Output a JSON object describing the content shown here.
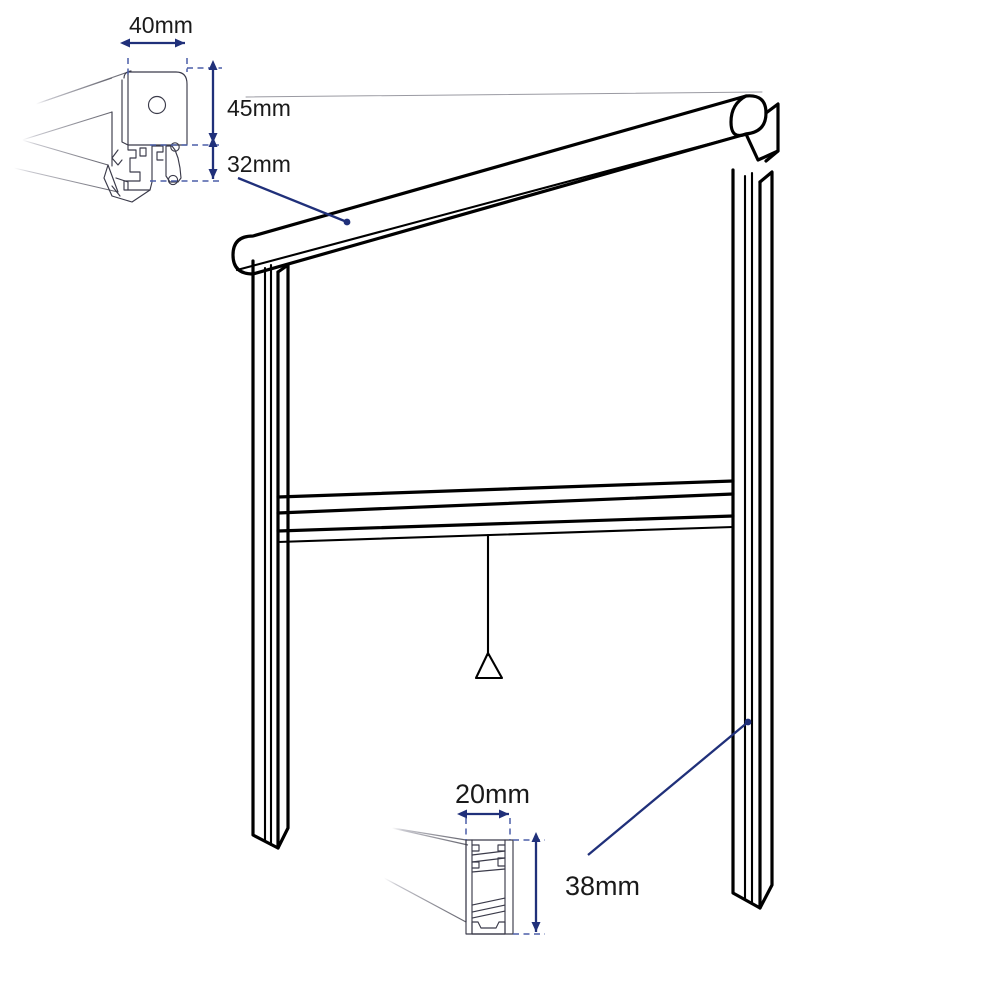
{
  "drawing": {
    "title": "Roller insect screen isometric assembly drawing",
    "background_color": "#ffffff",
    "line_color": "#000000",
    "dimension_color": "#20307a",
    "extension_color": "#4b5ea8",
    "ghost_color": "#9a9aa2"
  },
  "details": {
    "top_cassette": {
      "name": "top-cassette-profile-detail",
      "width_label": "40mm",
      "upper_height_label": "45mm",
      "lower_height_label": "32mm"
    },
    "bottom_bar": {
      "name": "bottom-bar-profile-detail",
      "width_label": "20mm",
      "height_label": "38mm"
    }
  },
  "main_view": {
    "name": "isometric-assembly-view",
    "components": [
      "top-cassette-tube",
      "left-side-rail",
      "right-side-rail",
      "middle-bottom-bar",
      "pull-cord",
      "pull-handle"
    ]
  },
  "leaders": [
    {
      "name": "cassette-leader",
      "from_label": "32mm",
      "to_component": "top-cassette-tube"
    },
    {
      "name": "side-rail-leader",
      "from_label": "38mm",
      "to_component": "right-side-rail"
    }
  ]
}
